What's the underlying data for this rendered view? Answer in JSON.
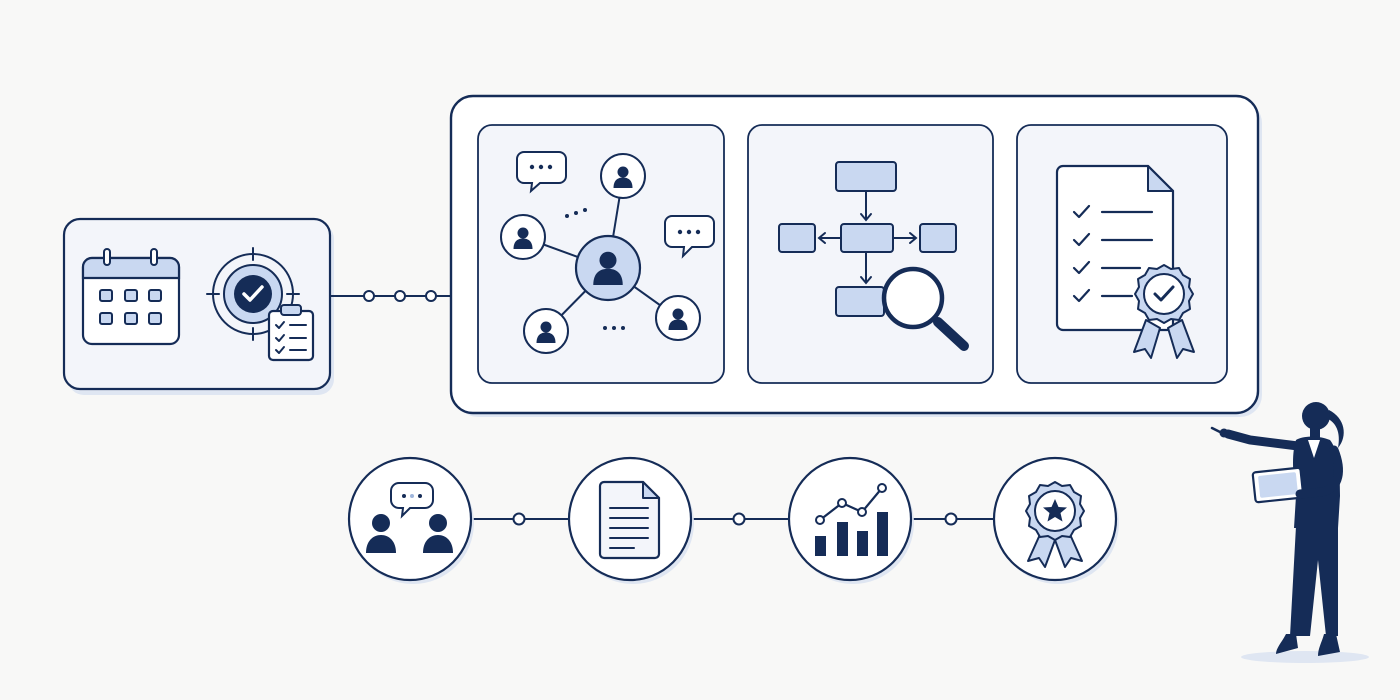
{
  "colors": {
    "background": "#f8f8f7",
    "navy": "#152c57",
    "panel_fill": "#f3f5fa",
    "light_blue": "#c9d8f1",
    "shadow": "#dfe6f2"
  },
  "planning_card": {
    "icons": [
      "calendar-icon",
      "target-check-icon",
      "clipboard-checklist-icon"
    ]
  },
  "process_panel": {
    "cards": [
      {
        "name": "collaboration-network-card",
        "icons": [
          "people-network-icon",
          "chat-bubble-icon",
          "user-icon"
        ]
      },
      {
        "name": "process-analysis-card",
        "icons": [
          "flowchart-icon",
          "magnifier-icon"
        ]
      },
      {
        "name": "certification-card",
        "icons": [
          "checklist-document-icon",
          "award-badge-icon"
        ]
      }
    ]
  },
  "milestones": [
    {
      "name": "discussion",
      "icon": "conversation-icon"
    },
    {
      "name": "documentation",
      "icon": "document-icon"
    },
    {
      "name": "performance",
      "icon": "growth-chart-icon"
    },
    {
      "name": "achievement",
      "icon": "award-ribbon-icon"
    }
  ],
  "presenter": {
    "icon": "presenter-figure-icon"
  }
}
